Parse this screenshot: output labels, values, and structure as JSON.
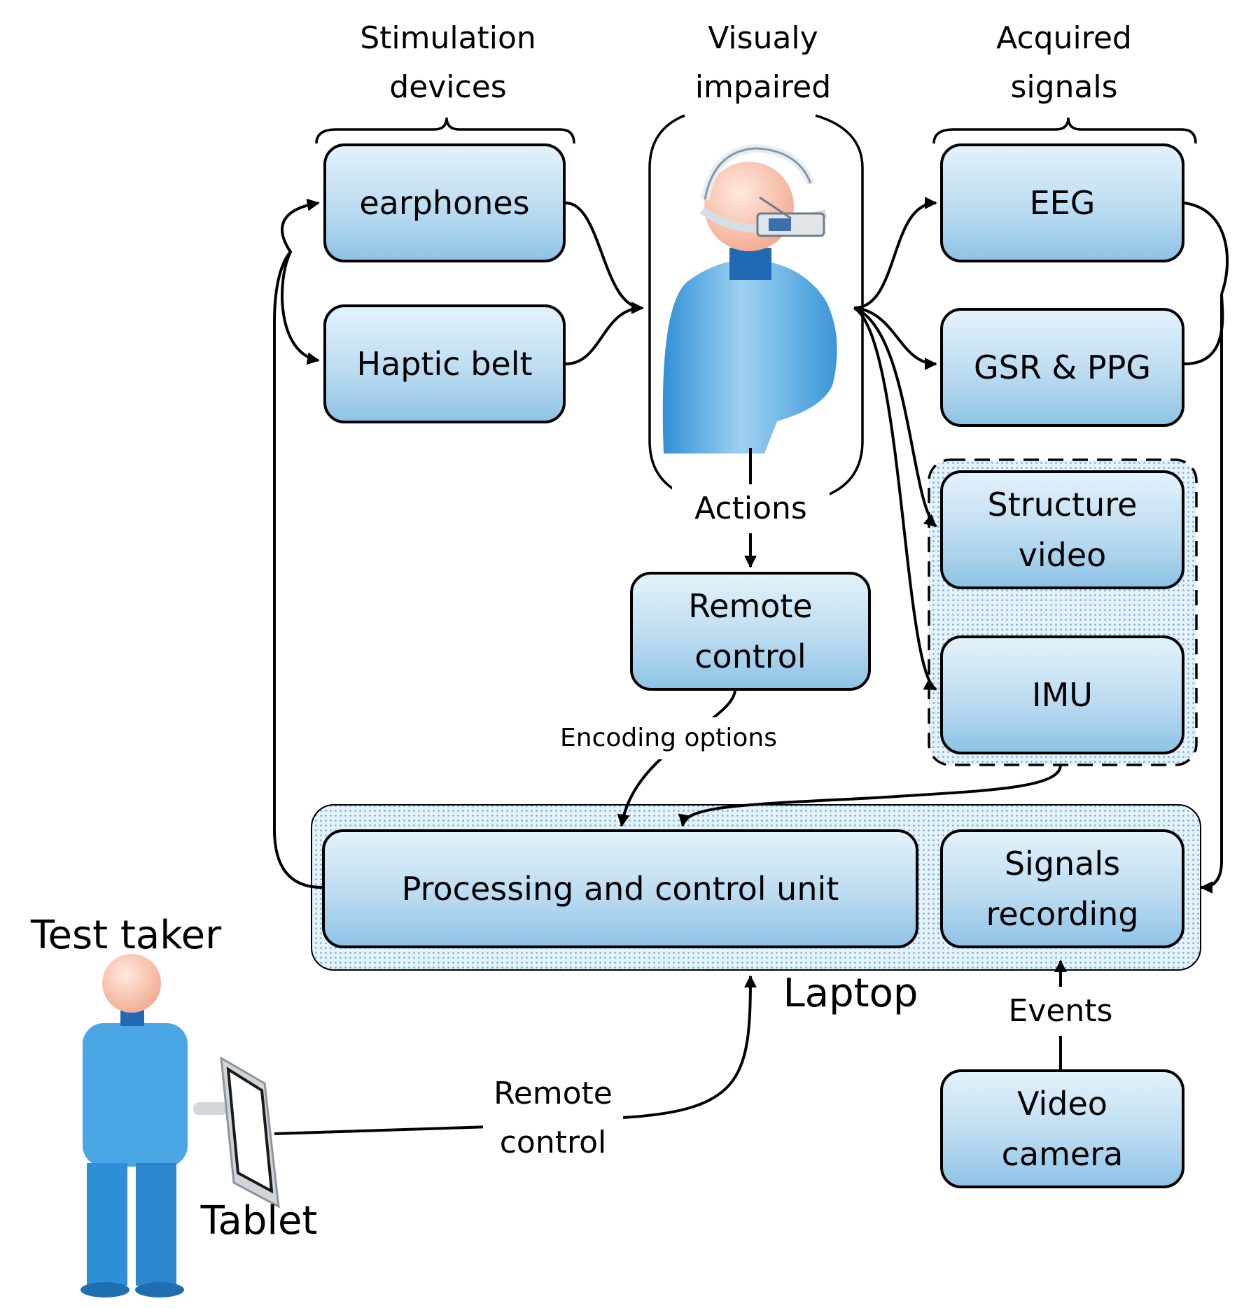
{
  "headers": {
    "stimulation": "Stimulation\ndevices",
    "visually_impaired": "Visualy\nimpaired",
    "acquired": "Acquired\nsignals"
  },
  "boxes": {
    "earphones": "earphones",
    "haptic_belt": "Haptic belt",
    "eeg": "EEG",
    "gsr_ppg": "GSR & PPG",
    "structure_video": "Structure\nvideo",
    "imu": "IMU",
    "remote_control": "Remote\ncontrol",
    "processing_unit": "Processing and control unit",
    "signals_recording": "Signals\nrecording",
    "video_camera": "Video\ncamera"
  },
  "labels": {
    "actions": "Actions",
    "encoding_options": "Encoding options",
    "laptop": "Laptop",
    "events": "Events",
    "test_taker": "Test taker",
    "tablet": "Tablet",
    "remote_control_link": "Remote\ncontrol"
  },
  "colors": {
    "box_fill_top": "#e3f2fb",
    "box_fill_bottom": "#8ec3e6",
    "figure_blue": "#5aaee0",
    "dotted_fill": "#cde7f4"
  }
}
